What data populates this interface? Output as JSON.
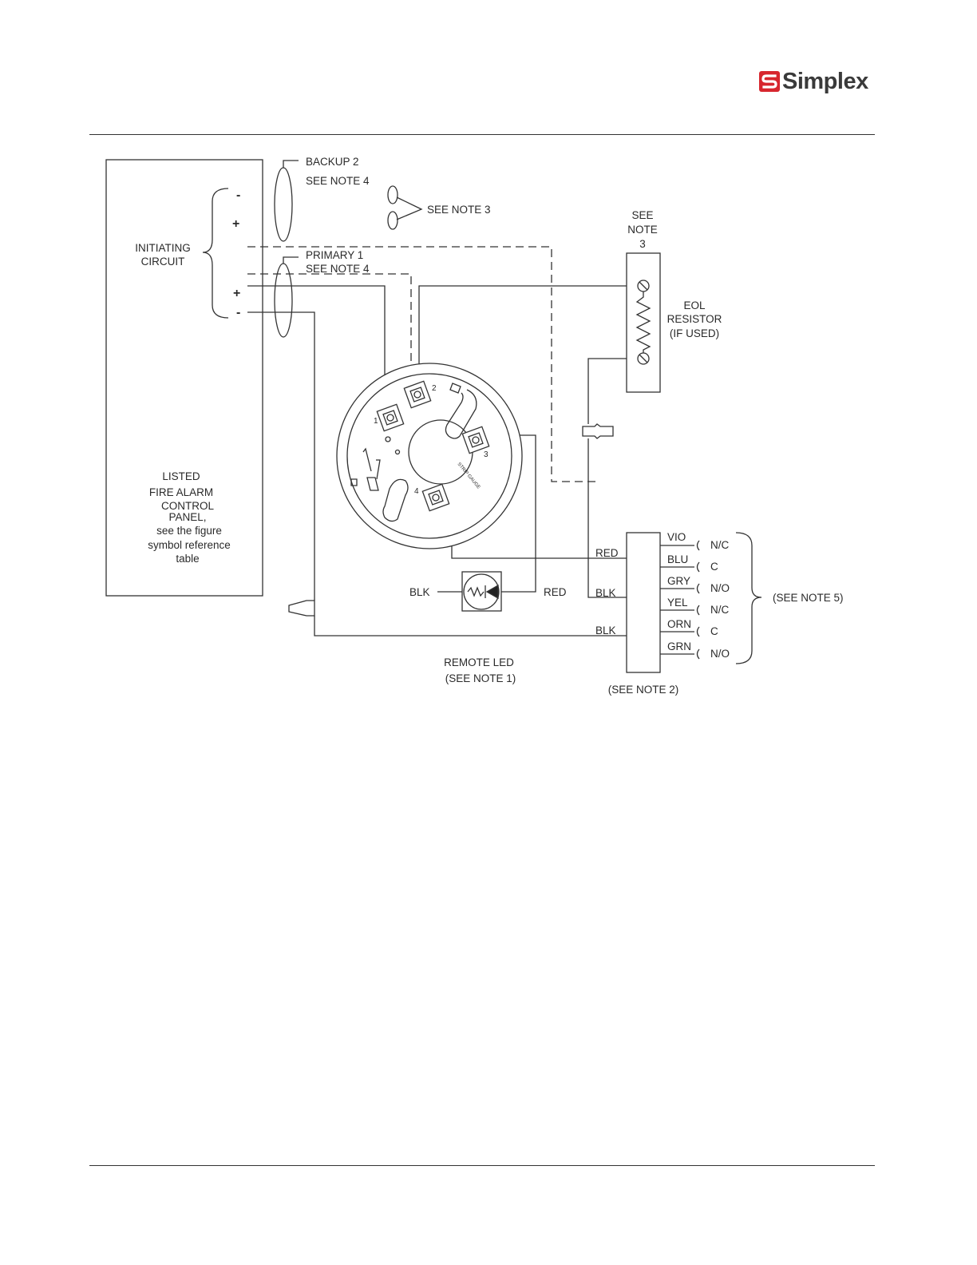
{
  "header": {
    "brand": "Simplex",
    "brand_color": "#d7262e",
    "logo_icon": "simplex-s-icon"
  },
  "diagram": {
    "panel": {
      "label_lines": [
        "LISTED",
        "FIRE ALARM",
        "CONTROL",
        "PANEL,",
        "see the figure",
        "symbol reference",
        "table"
      ],
      "circuit_label_lines": [
        "INITIATING",
        "CIRCUIT"
      ],
      "terminals_backup": [
        "-",
        "+"
      ],
      "terminals_primary": [
        "+",
        "-"
      ]
    },
    "backup_label": [
      "BACKUP 2",
      "SEE NOTE 4"
    ],
    "primary_label": [
      "PRIMARY 1",
      "SEE NOTE 4"
    ],
    "see_note_3_top": "SEE NOTE 3",
    "eol_note_lines": [
      "SEE",
      "NOTE",
      "3"
    ],
    "eol_label_lines": [
      "EOL",
      "RESISTOR",
      "(IF USED)"
    ],
    "base_terminals": [
      "1",
      "2",
      "3",
      "4"
    ],
    "base_marking": "STRIP GAUGE",
    "remote_led": {
      "left_wire": "BLK",
      "right_wire": "RED",
      "label_lines": [
        "REMOTE LED",
        "(SEE NOTE 1)"
      ]
    },
    "relay": {
      "input_wires": [
        "RED",
        "BLK",
        "BLK"
      ],
      "outputs": [
        {
          "wire": "VIO",
          "contact": "N/C"
        },
        {
          "wire": "BLU",
          "contact": "C"
        },
        {
          "wire": "GRY",
          "contact": "N/O"
        },
        {
          "wire": "YEL",
          "contact": "N/C"
        },
        {
          "wire": "ORN",
          "contact": "C"
        },
        {
          "wire": "GRN",
          "contact": "N/O"
        }
      ],
      "note_label": "(SEE NOTE 2)",
      "contacts_note": "(SEE NOTE 5)"
    }
  }
}
